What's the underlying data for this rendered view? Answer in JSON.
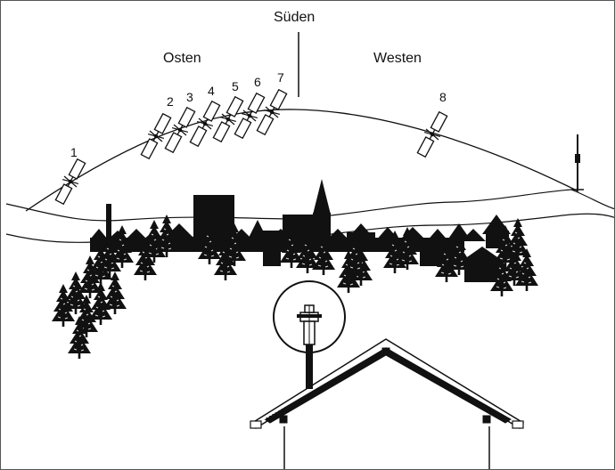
{
  "directions": {
    "south": "Süden",
    "east": "Osten",
    "west": "Westen"
  },
  "satellites": [
    {
      "number": "1"
    },
    {
      "number": "2"
    },
    {
      "number": "3"
    },
    {
      "number": "4"
    },
    {
      "number": "5"
    },
    {
      "number": "6"
    },
    {
      "number": "7"
    },
    {
      "number": "8"
    }
  ],
  "colors": {
    "line": "#111111",
    "fill": "#111111",
    "background": "#ffffff",
    "tree_texture": "#dddddd"
  }
}
